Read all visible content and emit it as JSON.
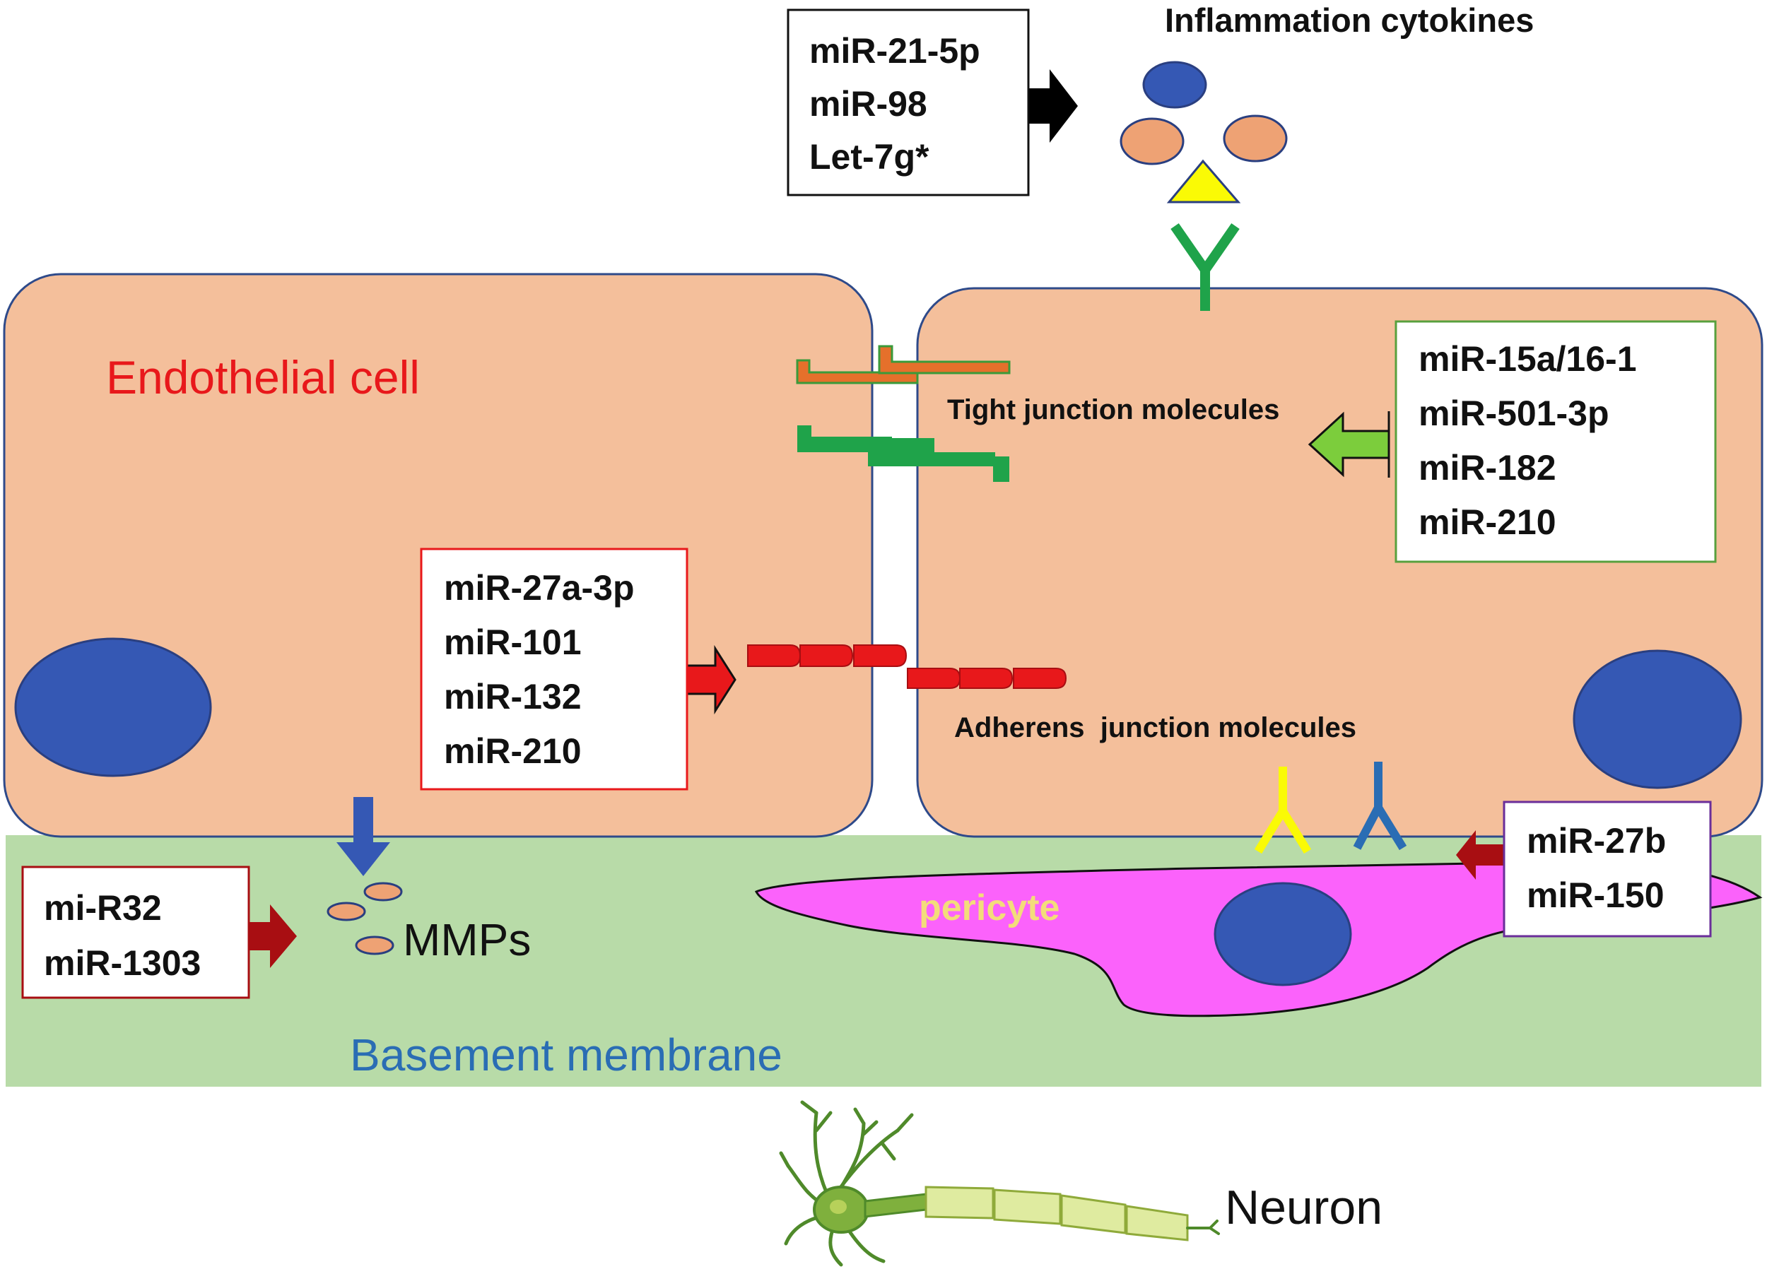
{
  "labels": {
    "inflammation_cytokines": "Inflammation cytokines",
    "endothelial_cell": "Endothelial cell",
    "tight_junction": "Tight junction molecules",
    "adherens_junction": "Adherens  junction molecules",
    "pericyte": "pericyte",
    "mmps": "MMPs",
    "basement_membrane": "Basement membrane",
    "neuron": "Neuron"
  },
  "mirna_boxes": {
    "cytokine": [
      "miR-21-5p",
      "miR-98",
      "Let-7g*"
    ],
    "tight_junction": [
      "miR-15a/16-1",
      "miR-501-3p",
      "miR-182",
      "miR-210"
    ],
    "adherens": [
      "miR-27a-3p",
      "miR-101",
      "miR-132",
      "miR-210"
    ],
    "pericyte": [
      "miR-27b",
      "miR-150"
    ],
    "mmp": [
      "mi-R32",
      "miR-1303"
    ]
  },
  "colors": {
    "cell_fill": "#f4bf9b",
    "cell_stroke": "#2e4a8a",
    "nucleus": "#3558b4",
    "membrane": "#b8dba8",
    "pericyte": "#fb62fb",
    "pericyte_label": "#f3dc7a",
    "endothelial_label": "#e8181b",
    "basement_label": "#2a6db4",
    "tight_junction_green": "#1fa34a",
    "tight_junction_orange": "#e5702b",
    "adherens_red": "#e8181b",
    "dark_red_arrow": "#a80e12",
    "green_arrow": "#7ccd3c",
    "cytokine_orange": "#eea274",
    "cytokine_yellow": "#fafa05"
  }
}
